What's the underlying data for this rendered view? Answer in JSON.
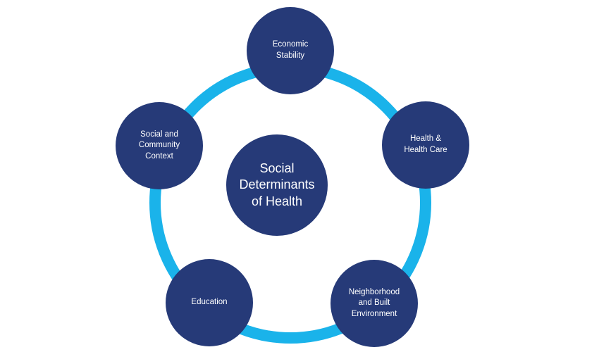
{
  "colors": {
    "node_fill": "#263a78",
    "ring": "#1ab3ea",
    "text": "#ffffff",
    "background": "#ffffff"
  },
  "center": {
    "label": "Social\nDeterminants\nof Health"
  },
  "nodes": [
    {
      "label": "Economic\nStability"
    },
    {
      "label": "Health &\nHealth Care"
    },
    {
      "label": "Neighborhood\nand Built\nEnvironment"
    },
    {
      "label": "Education"
    },
    {
      "label": "Social and\nCommunity\nContext"
    }
  ]
}
